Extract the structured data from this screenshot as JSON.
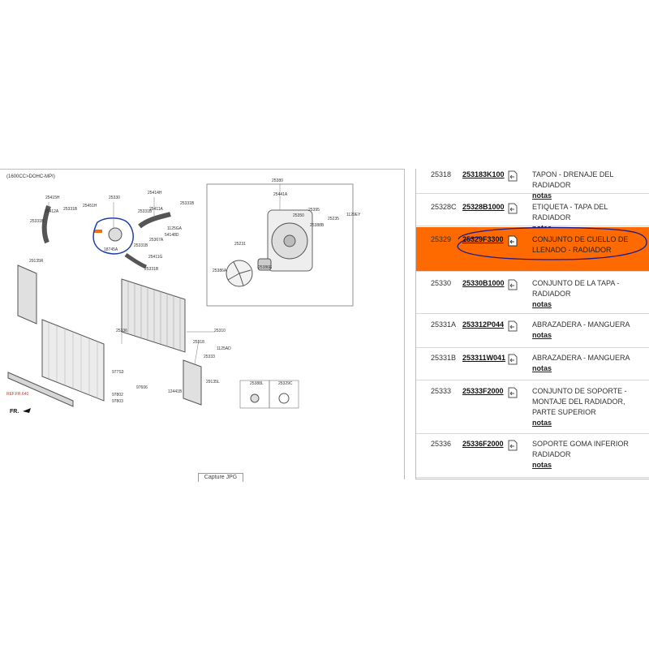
{
  "diagram": {
    "code": "(1600CC>DOHC-MPI)",
    "capture_tab": "Capture JPG",
    "front_label": "FR.",
    "ref_label": "REF.FR.640",
    "callouts": [
      "25415H",
      "25412A",
      "25331B",
      "25451H",
      "25330",
      "25414H",
      "25331B",
      "25331B",
      "25411A",
      "1125GA",
      "54148D",
      "25367A",
      "25331B",
      "18745A",
      "25411G",
      "25331B",
      "29135R",
      "25336",
      "25310",
      "25318",
      "1125AD",
      "25333",
      "977S3",
      "97606",
      "97802",
      "97803",
      "12441B",
      "29135L",
      "25380",
      "25441A",
      "25350",
      "25395",
      "25388B",
      "25235",
      "1129EY",
      "25231",
      "25386E",
      "25386A",
      "25388L",
      "25329C"
    ]
  },
  "parts": [
    {
      "ref": "25318",
      "pn": "253183K100",
      "desc": "TAPON - DRENAJE DEL RADIADOR",
      "notes": "notas",
      "selected": false
    },
    {
      "ref": "25328C",
      "pn": "25328B1000",
      "desc": "ETIQUETA - TAPA DEL RADIADOR",
      "notes": "notas",
      "selected": false
    },
    {
      "ref": "25329",
      "pn": "25329F3300",
      "desc": "CONJUNTO DE CUELLO DE LLENADO - RADIADOR",
      "notes": "",
      "selected": true
    },
    {
      "ref": "25330",
      "pn": "25330B1000",
      "desc": "CONJUNTO DE LA TAPA - RADIADOR",
      "notes": "notas",
      "selected": false
    },
    {
      "ref": "25331A",
      "pn": "253312P044",
      "desc": "ABRAZADERA - MANGUERA",
      "notes": "notas",
      "selected": false
    },
    {
      "ref": "25331B",
      "pn": "253311W041",
      "desc": "ABRAZADERA - MANGUERA",
      "notes": "notas",
      "selected": false
    },
    {
      "ref": "25333",
      "pn": "25333F2000",
      "desc": "CONJUNTO DE SOPORTE - MONTAJE DEL RADIADOR, PARTE SUPERIOR",
      "notes": "notas",
      "selected": false
    },
    {
      "ref": "25336",
      "pn": "25336F2000",
      "desc": "SOPORTE GOMA INFERIOR RADIADOR",
      "notes": "notas",
      "selected": false
    }
  ],
  "colors": {
    "highlight": "#ff6a00",
    "ink": "#1a1a8c",
    "pen_blue": "#1f3fb0"
  }
}
